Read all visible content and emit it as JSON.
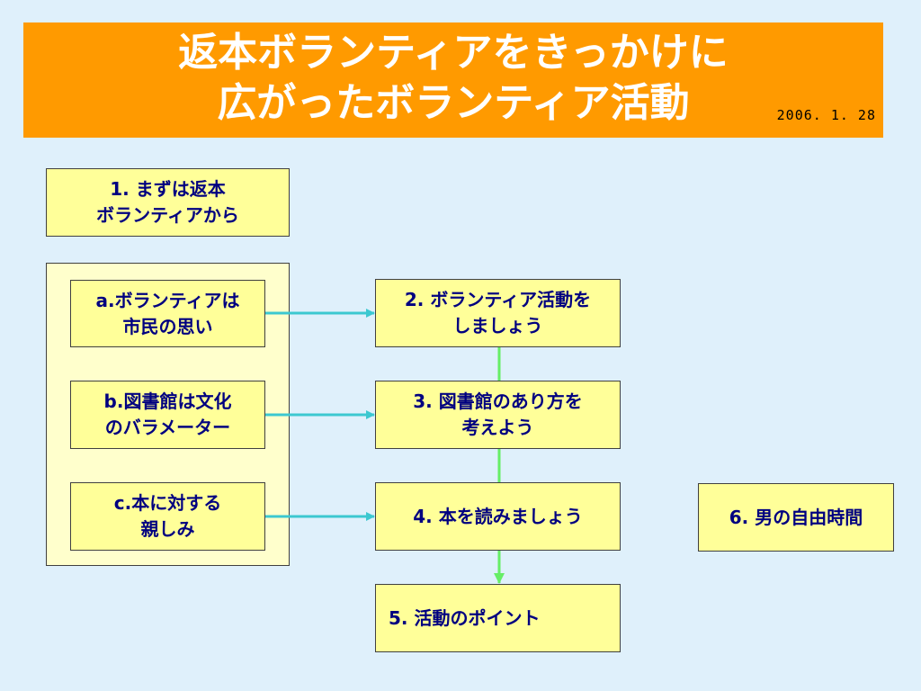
{
  "header": {
    "title_line1": "返本ボランティアをきっかけに",
    "title_line2": "広がったボランティア活動",
    "date": "2006. 1. 28"
  },
  "boxes": {
    "step1": "1. まずは返本\nボランティアから",
    "item_a": "a.ボランティアは\n市民の思い",
    "item_b": "b.図書館は文化\nのバラメーター",
    "item_c": "c.本に対する\n親しみ",
    "step2": "2. ボランティア活動を\nしましょう",
    "step3": "3. 図書館のあり方を\n考えよう",
    "step4": "4. 本を読みましょう",
    "step5": "5. 活動のポイント",
    "step6": "6. 男の自由時間"
  },
  "colors": {
    "banner": "#ff9a00",
    "box_fill": "#ffff99",
    "group_fill": "#ffffcc",
    "text": "#000080",
    "arrow_cyan": "#3cc8d0",
    "connector_green": "#66ee66",
    "background": "#dff0fb"
  }
}
